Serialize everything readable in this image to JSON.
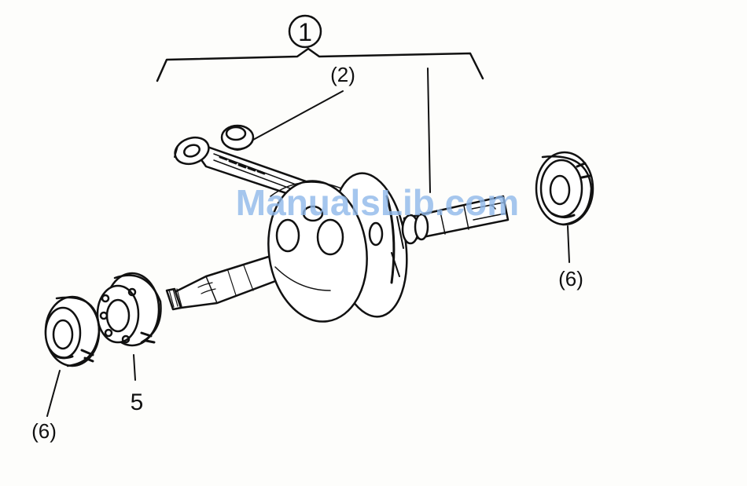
{
  "callouts": {
    "assembly": "1",
    "connecting_rod": "(2)",
    "bearing": "5",
    "oil_seal_left": "(6)",
    "oil_seal_right": "(6)"
  },
  "watermark": {
    "text": "ManualsLib.com",
    "color": "#8fb8ea"
  },
  "colors": {
    "ink": "#111111",
    "paper": "#fdfdfb"
  }
}
